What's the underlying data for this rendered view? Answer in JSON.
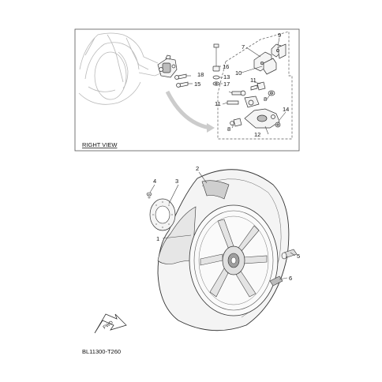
{
  "inset": {
    "caption": "RIGHT VIEW",
    "callouts": {
      "c7": "7",
      "c9": "9",
      "c16": "16",
      "c18": "18",
      "c15": "15",
      "c13": "13",
      "c17": "17",
      "c10": "10",
      "c11a": "11",
      "c8a": "8",
      "c11b": "11",
      "c14": "14",
      "c12": "12",
      "c8b": "8"
    }
  },
  "main": {
    "callouts": {
      "c2": "2",
      "c4": "4",
      "c3": "3",
      "c1": "1",
      "c5": "5",
      "c6": "6"
    }
  },
  "fwd_label": "FWD",
  "diagram_code": "BL11300-T260",
  "icons": [
    "fwd-arrow-icon"
  ]
}
